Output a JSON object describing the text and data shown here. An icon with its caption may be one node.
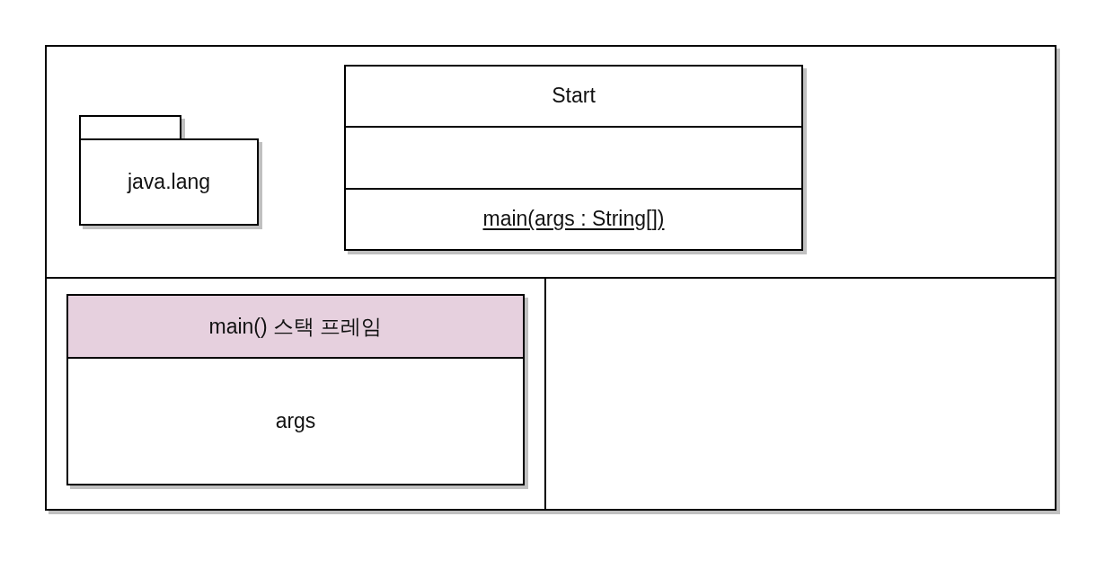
{
  "diagram": {
    "nodes": [
      {
        "text": [],
        "shape": "box"
      },
      {
        "text": [],
        "shape": "box",
        "in": 0
      },
      {
        "text": [],
        "shape": "box",
        "in": 0
      },
      {
        "text": [],
        "shape": "box",
        "in": 0
      },
      {
        "text": [
          "java.lang"
        ],
        "in": 1
      },
      {
        "text": [
          "Start",
          "main(args : String[])"
        ],
        "in": 1
      },
      {
        "text": [
          "main() 스택 프레임",
          "args"
        ],
        "in": 2
      }
    ]
  }
}
